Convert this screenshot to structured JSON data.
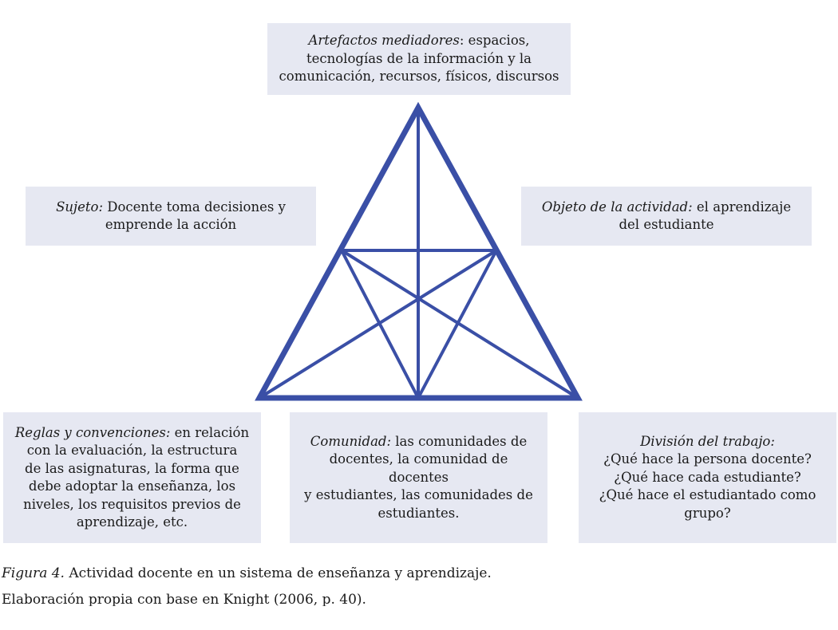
{
  "diagram": {
    "line_color": "#3a4fa6",
    "box_color": "#e6e8f2",
    "top": {
      "label": "Artefactos mediadores",
      "line1": ": espacios,",
      "line2": "tecnologías de la información y la",
      "line3": "comunicación, recursos, físicos, discursos"
    },
    "left": {
      "label": "Sujeto:",
      "line1": " Docente toma decisiones y",
      "line2": "emprende la acción"
    },
    "right": {
      "label": "Objeto de la actividad:",
      "line1": " el aprendizaje",
      "line2": "del estudiante"
    },
    "bottom_left": {
      "label": "Reglas y convenciones:",
      "line1": " en relación",
      "line2": "con la evaluación, la estructura",
      "line3": "de las asignaturas, la forma que",
      "line4": "debe adoptar la enseñanza, los",
      "line5": "niveles, los requisitos previos de",
      "line6": "aprendizaje, etc."
    },
    "bottom_center": {
      "label": "Comunidad:",
      "line1": " las comunidades de",
      "line2": "docentes, la comunidad de docentes",
      "line3": "y estudiantes, las comunidades de",
      "line4": "estudiantes."
    },
    "bottom_right": {
      "label": "División del trabajo:",
      "line1": "¿Qué hace la persona docente?",
      "line2": "¿Qué hace cada estudiante?",
      "line3": "¿Qué hace el estudiantado como",
      "line4": "grupo?"
    }
  },
  "caption": {
    "figure_label": "Figura 4.",
    "figure_text": " Actividad docente en un sistema de enseñanza y aprendizaje.",
    "source": "Elaboración propia con base en Knight (2006, p. 40)."
  }
}
